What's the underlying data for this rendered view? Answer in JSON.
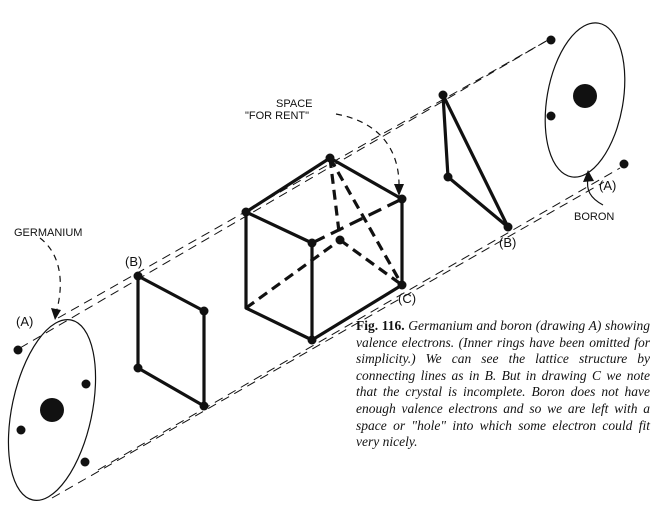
{
  "labels": {
    "space_line1": "SPACE",
    "space_line2": "\"FOR RENT\"",
    "germanium": "GERMANIUM",
    "boron": "BORON",
    "a_left": "(A)",
    "a_right": "(A)",
    "b_left": "(B)",
    "b_right": "(B)",
    "c": "(C)"
  },
  "caption": {
    "fig": "Fig. 116.",
    "text": "Germanium and boron (drawing A) showing valence electrons. (Inner rings have been omitted for simplicity.) We can see the lattice structure by connecting lines as in B. But in drawing C we note that the crystal is incomplete. Boron does not have enough valence electrons and so we are left with a space or \"hole\" into which some electron could fit very nicely."
  }
}
